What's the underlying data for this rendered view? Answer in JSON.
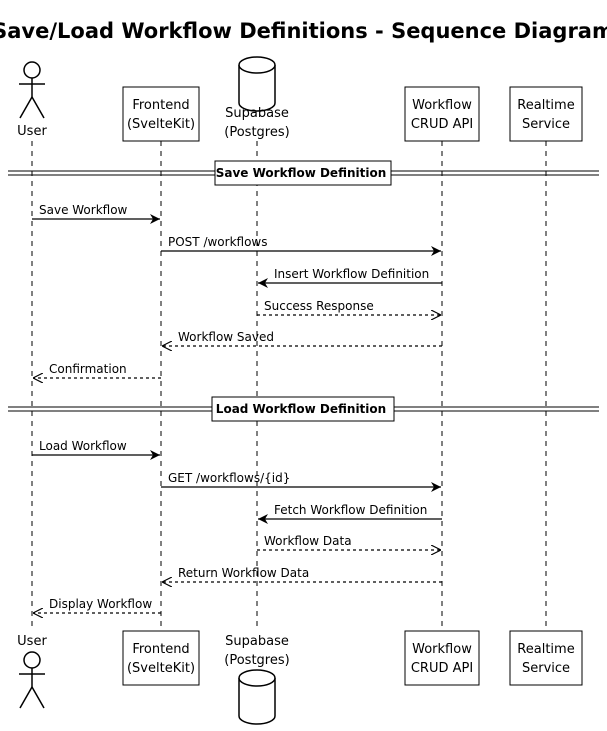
{
  "title": "Save/Load Workflow Definitions - Sequence Diagram",
  "participants": [
    {
      "id": "user",
      "type": "actor",
      "lines": [
        "User"
      ]
    },
    {
      "id": "frontend",
      "type": "participant",
      "lines": [
        "Frontend",
        "(SvelteKit)"
      ]
    },
    {
      "id": "supabase",
      "type": "database",
      "lines": [
        "Supabase",
        "(Postgres)"
      ]
    },
    {
      "id": "crud",
      "type": "participant",
      "lines": [
        "Workflow",
        "CRUD API"
      ]
    },
    {
      "id": "realtime",
      "type": "participant",
      "lines": [
        "Realtime",
        "Service"
      ]
    }
  ],
  "groups": [
    {
      "label": "Save Workflow Definition",
      "messages": [
        {
          "from": "user",
          "to": "frontend",
          "label": "Save Workflow",
          "style": "solid"
        },
        {
          "from": "frontend",
          "to": "crud",
          "label": "POST /workflows",
          "style": "solid"
        },
        {
          "from": "crud",
          "to": "supabase",
          "label": "Insert Workflow Definition",
          "style": "solid"
        },
        {
          "from": "supabase",
          "to": "crud",
          "label": "Success Response",
          "style": "dashed"
        },
        {
          "from": "crud",
          "to": "frontend",
          "label": "Workflow Saved",
          "style": "dashed"
        },
        {
          "from": "frontend",
          "to": "user",
          "label": "Confirmation",
          "style": "dashed"
        }
      ]
    },
    {
      "label": "Load Workflow Definition",
      "messages": [
        {
          "from": "user",
          "to": "frontend",
          "label": "Load Workflow",
          "style": "solid"
        },
        {
          "from": "frontend",
          "to": "crud",
          "label": "GET /workflows/{id}",
          "style": "solid"
        },
        {
          "from": "crud",
          "to": "supabase",
          "label": "Fetch Workflow Definition",
          "style": "solid"
        },
        {
          "from": "supabase",
          "to": "crud",
          "label": "Workflow Data",
          "style": "dashed"
        },
        {
          "from": "crud",
          "to": "frontend",
          "label": "Return Workflow Data",
          "style": "dashed"
        },
        {
          "from": "frontend",
          "to": "user",
          "label": "Display Workflow",
          "style": "dashed"
        }
      ]
    }
  ]
}
